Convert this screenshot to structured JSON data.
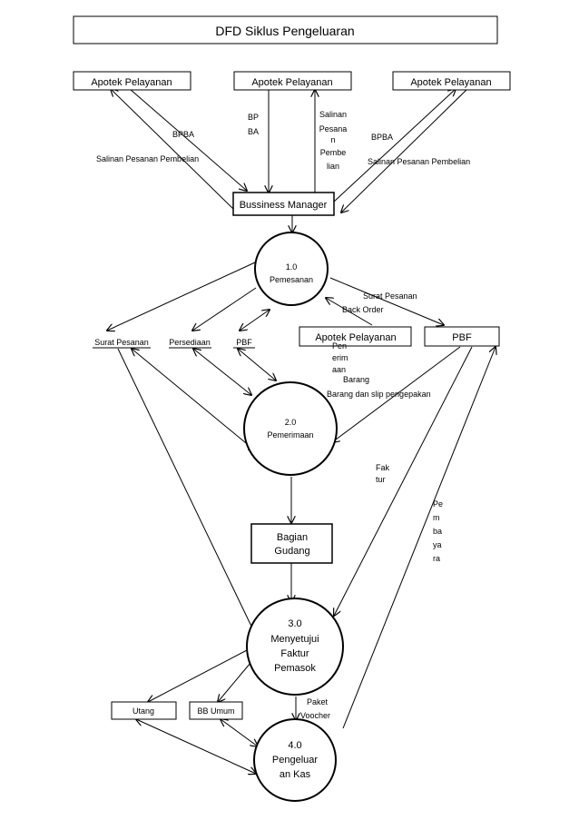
{
  "title": "DFD Siklus Pengeluaran",
  "entities": {
    "apotek_left": "Apotek Pelayanan",
    "apotek_center": "Apotek Pelayanan",
    "apotek_right": "Apotek Pelayanan",
    "bussiness_manager": "Bussiness Manager",
    "apotek_mid": "Apotek Pelayanan",
    "pbf_box": "PBF",
    "bagian_gudang": [
      "Bagian",
      "Gudang"
    ]
  },
  "processes": {
    "p1": [
      "1.0",
      "Pemesanan"
    ],
    "p2": [
      "2.0",
      "Pemerimaan"
    ],
    "p3": [
      "3.0",
      "Menyetujui",
      "Faktur",
      "Pemasok"
    ],
    "p4": [
      "4.0",
      "Pengeluar",
      "an Kas"
    ]
  },
  "stores": {
    "surat_pesanan": "Surat Pesanan",
    "persediaan": "Persediaan",
    "pbf": "PBF",
    "utang": "Utang",
    "bb_umum": "BB Umum"
  },
  "flows": {
    "bpba_left": "BPBA",
    "salinan_left": "Salinan Pesanan Pembelian",
    "bp_ba": [
      "BP",
      "BA"
    ],
    "salinan_center": [
      "Salinan",
      "Pesana",
      "n",
      "Pembe",
      "lian"
    ],
    "bpba_right": "BPBA",
    "salinan_right": "Salinan Pesanan Pembelian",
    "surat_pesanan": "Surat Pesanan",
    "back_order": "Back Order",
    "penerimaan": [
      "Pen",
      "erim",
      "aan"
    ],
    "barang": "Barang",
    "barang_slip": "Barang dan slip pengepakan",
    "faktur": [
      "Fak",
      "tur"
    ],
    "pembayara": [
      "Pe",
      "m",
      "ba",
      "ya",
      "ra"
    ],
    "paket_voucher": [
      "Paket",
      "Voocher"
    ]
  }
}
